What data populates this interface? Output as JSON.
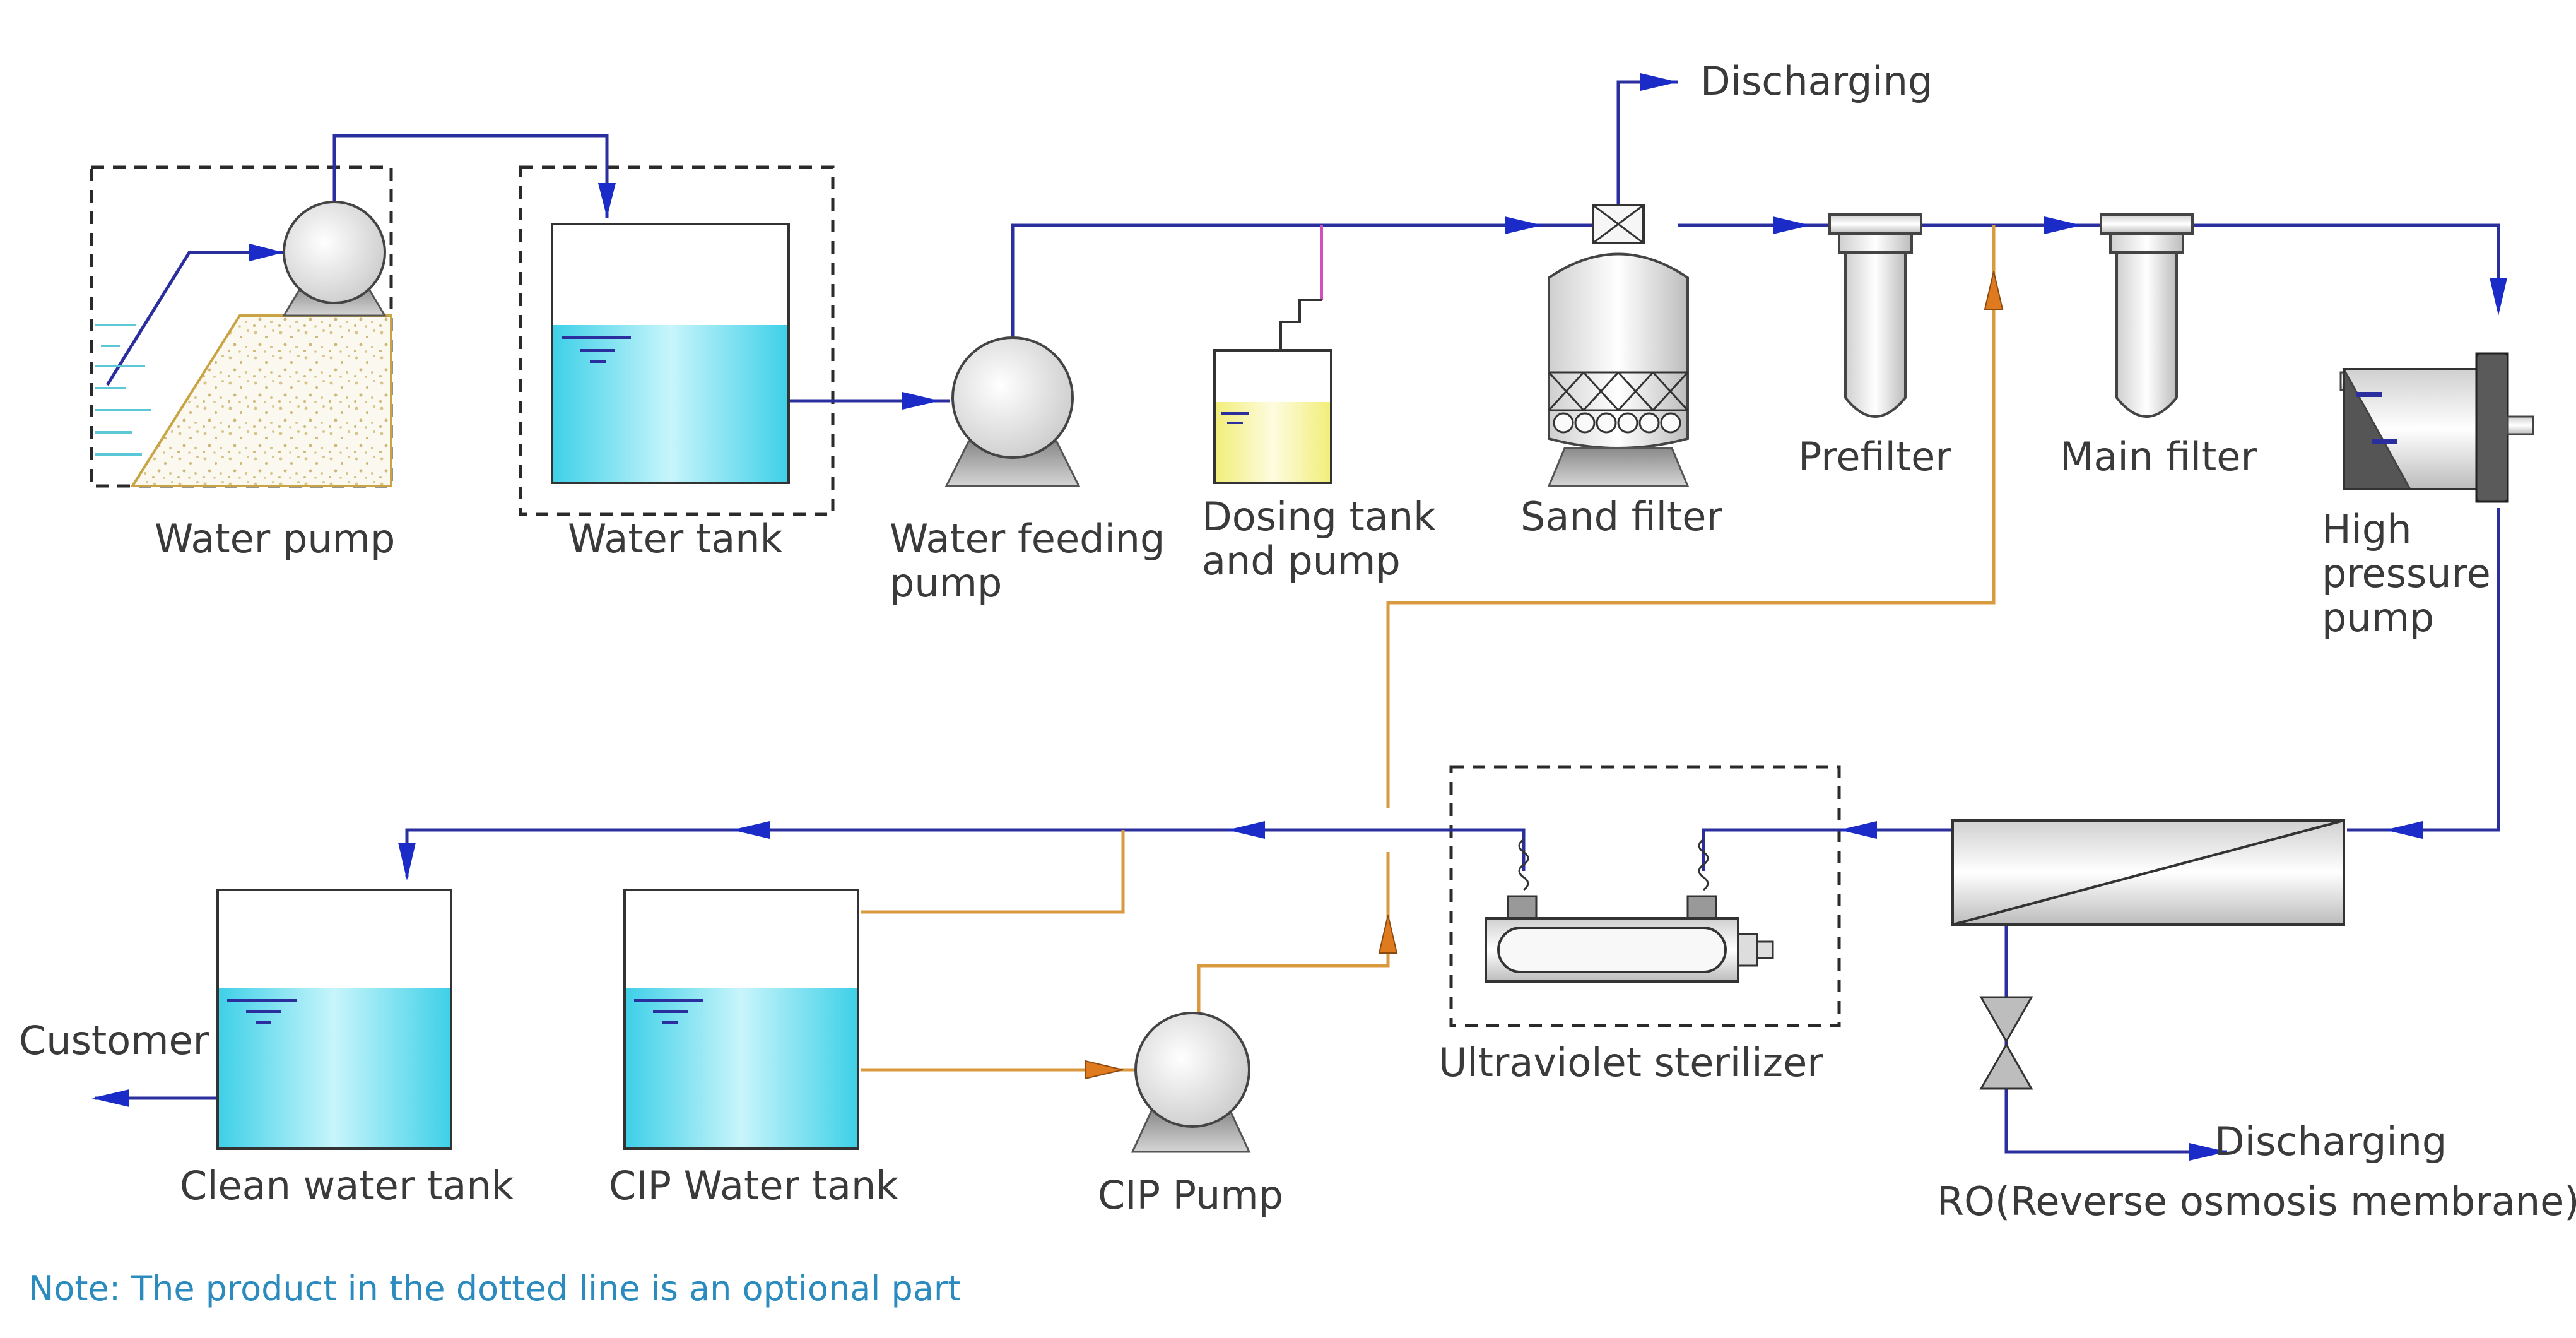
{
  "labels": {
    "water_pump": "Water pump",
    "water_tank": "Water tank",
    "water_feeding_pump_1": "Water feeding",
    "water_feeding_pump_2": "pump",
    "dosing_1": "Dosing tank",
    "dosing_2": "and pump",
    "sand_filter": "Sand filter",
    "discharging_top": "Discharging",
    "prefilter": "Prefilter",
    "main_filter": "Main filter",
    "high_pressure_1": "High",
    "high_pressure_2": "pressure",
    "high_pressure_3": "pump",
    "uv_sterilizer": "Ultraviolet sterilizer",
    "ro": "RO(Reverse osmosis membrane)",
    "discharging_bottom": "Discharging",
    "clean_water_tank": "Clean water tank",
    "cip_water_tank": "CIP Water tank",
    "cip_pump": "CIP Pump",
    "customer": "Customer"
  },
  "note": "Note: The product in the dotted line is an optional part",
  "colors": {
    "pipe": "#2b2f9e",
    "cip_pipe": "#d99a3f",
    "dosing_pipe": "#d050c0",
    "arrow": "#1a2bc8",
    "arrow_cip": "#e07a1f",
    "note": "#2b8bbf",
    "label": "#3a3a3a",
    "water": "#62d6ea",
    "chemical": "#f3f08a"
  }
}
